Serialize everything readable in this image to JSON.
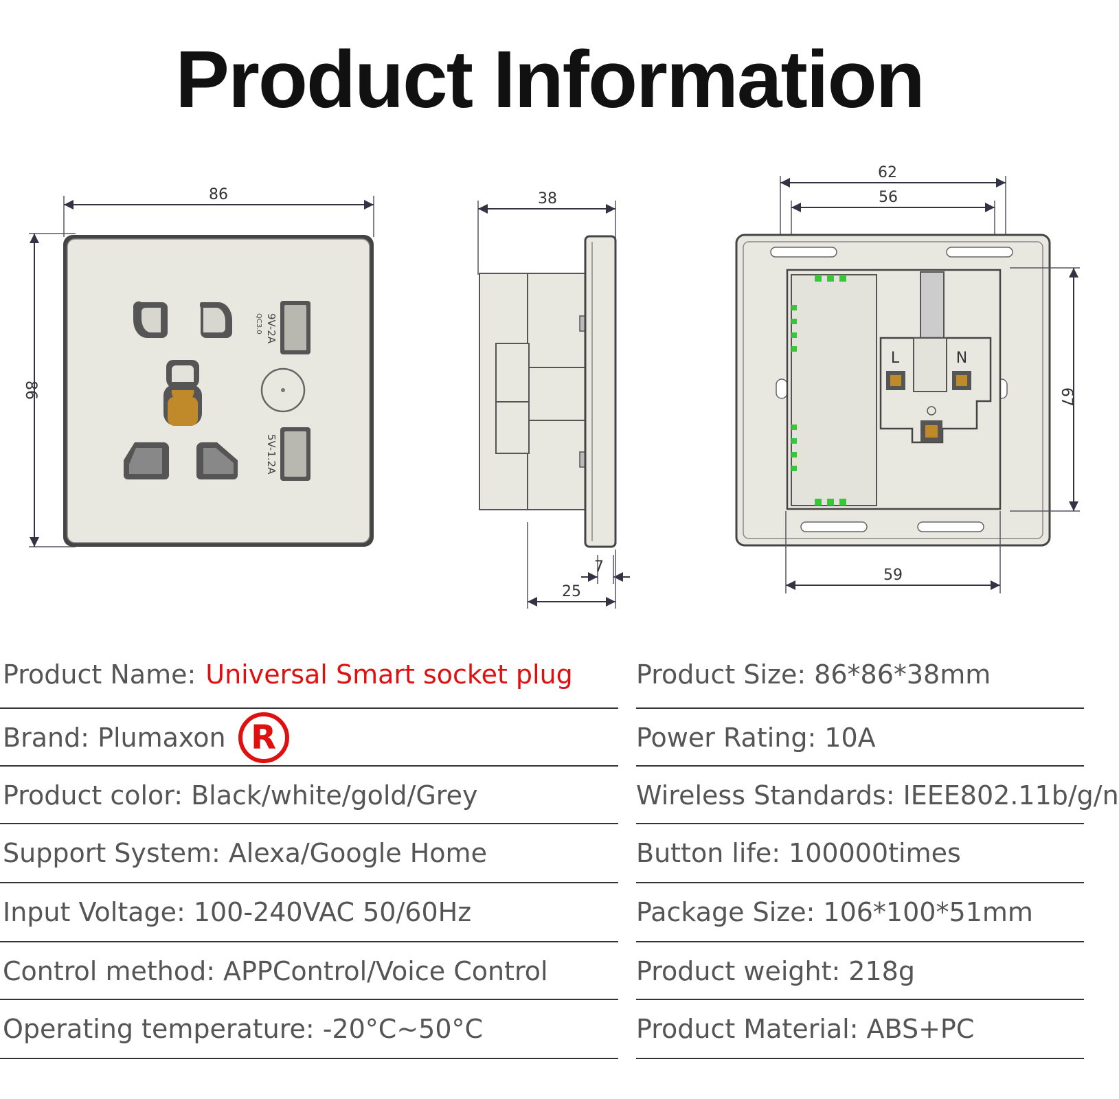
{
  "title": "Product Information",
  "diagrams": {
    "front": {
      "width": "86",
      "height": "86",
      "usb_top": "9V-2A",
      "usb_top_sub": "QC3.0",
      "usb_bottom": "5V-1.2A"
    },
    "side": {
      "depth": "38",
      "flange": "7",
      "body": "25"
    },
    "back": {
      "outer": "62",
      "inner": "56",
      "bottom": "59",
      "height": "67",
      "label_l": "L",
      "label_n": "N"
    }
  },
  "specs": [
    {
      "left_label": "Product Name:",
      "left_value": "Universal Smart socket plug",
      "right_label": "Product Size:",
      "right_value": "86*86*38mm"
    },
    {
      "left_label": "Brand: Plumaxon",
      "left_value": "R",
      "right_label": "Power Rating:",
      "right_value": "10A"
    },
    {
      "left_label": "Product color:",
      "left_value": "Black/white/gold/Grey",
      "right_label": "Wireless Standards:",
      "right_value": "IEEE802.11b/g/n"
    },
    {
      "left_label": "Support System:",
      "left_value": "Alexa/Google Home",
      "right_label": "Button life:",
      "right_value": "100000times"
    },
    {
      "left_label": "Input Voltage:",
      "left_value": "100-240VAC 50/60Hz",
      "right_label": "Package Size:",
      "right_value": "106*100*51mm"
    },
    {
      "left_label": "Control method:",
      "left_value": "APPControl/Voice Control",
      "right_label": "Product weight:",
      "right_value": "218g"
    },
    {
      "left_label": "Operating temperature:",
      "left_value": "-20°C~50°C",
      "right_label": "Product Material:",
      "right_value": "ABS+PC"
    }
  ],
  "colors": {
    "accent": "#e01010",
    "panel": "#e9e8e0",
    "pin": "#c08a2a",
    "led": "#37c737"
  }
}
